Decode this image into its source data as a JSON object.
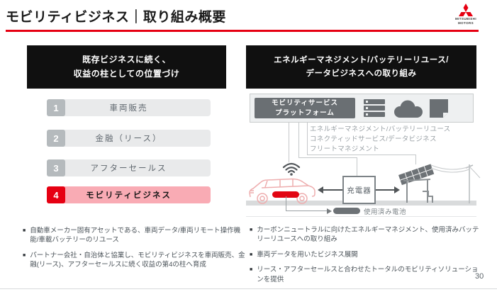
{
  "header": {
    "title": "モビリティビジネス｜取り組み概要",
    "brand_line1": "MITSUBISHI",
    "brand_line2": "MOTORS",
    "accent_color": "#e60012"
  },
  "left_panel": {
    "heading_line1": "既存ビジネスに続く、",
    "heading_line2": "収益の柱としての位置づけ",
    "rows": [
      {
        "num": "1",
        "label": "車両販売"
      },
      {
        "num": "2",
        "label": "金融（リース）"
      },
      {
        "num": "3",
        "label": "アフターセールス"
      },
      {
        "num": "4",
        "label": "モビリティビジネス"
      }
    ],
    "bullets": [
      "自動車メーカー固有アセットである、車両データ/車両リモート操作機能/車載バッテリーのリユース",
      "パートナー会社・自治体と協業し、モビリティビジネスを車両販売、金融(リース)、アフターセールスに続く収益の第4の柱へ育成"
    ]
  },
  "right_panel": {
    "heading_line1": "エネルギーマネジメント/バッテリーリユース/",
    "heading_line2": "データビジネスへの取り組み",
    "platform": {
      "label_line1": "モビリティサービス",
      "label_line2": "プラットフォーム"
    },
    "services": [
      "エネルギーマネジメント/バッテリーリユース",
      "コネクティッドサービス/データビジネス",
      "フリートマネジメント"
    ],
    "diagram": {
      "charger_label": "充電器",
      "used_battery_label": "使用済み電池"
    },
    "bullets": [
      "カーボンニュートラルに向けたエネルギーマネジメント、使用済みバッテリーリユースへの取り組み",
      "車両データを用いたビジネス展開",
      "リース・アフターセールスと合わせたトータルのモビリティソリューションを提供"
    ]
  },
  "footer": {
    "page_number": "30"
  },
  "icons": {
    "bullet_marker": "■"
  }
}
